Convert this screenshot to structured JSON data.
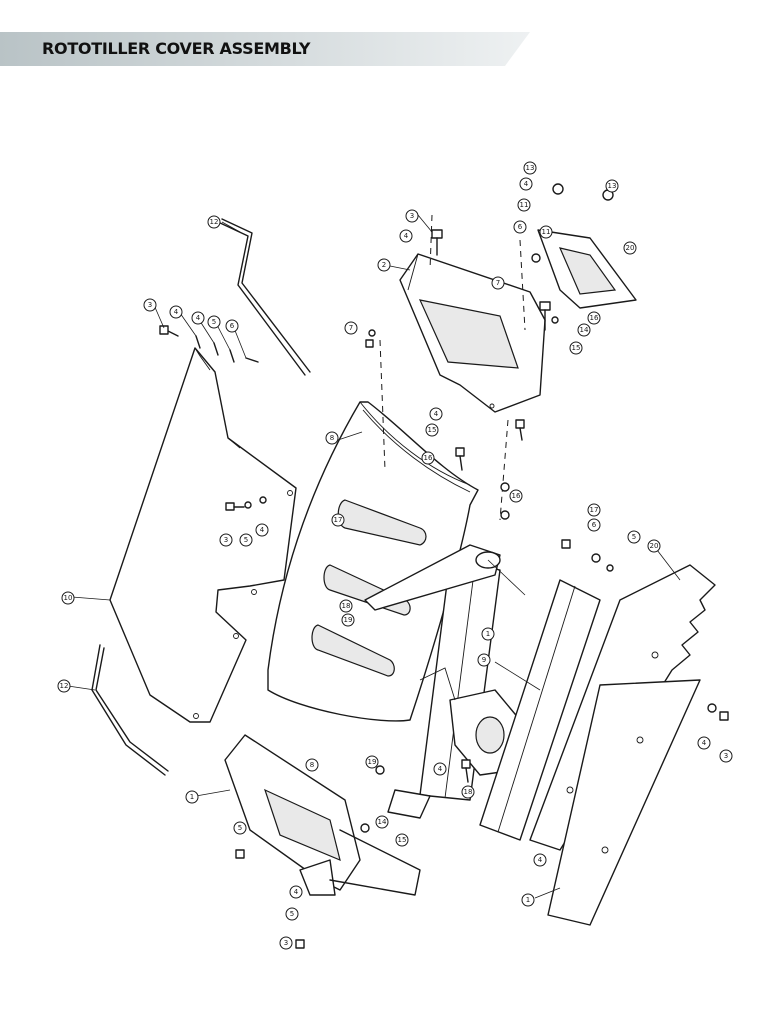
{
  "title": "ROTOTILLER COVER ASSEMBLY",
  "colors": {
    "banner_start": "#b9c3c6",
    "banner_end": "#eef1f2",
    "line": "#1a1a1a"
  },
  "callouts": [
    {
      "id": "c1",
      "label": "1"
    },
    {
      "id": "c2",
      "label": "2"
    },
    {
      "id": "c3",
      "label": "3"
    },
    {
      "id": "c4",
      "label": "4"
    },
    {
      "id": "c5",
      "label": "5"
    },
    {
      "id": "c6",
      "label": "6"
    },
    {
      "id": "c7",
      "label": "7"
    },
    {
      "id": "c8",
      "label": "8"
    },
    {
      "id": "c9",
      "label": "9"
    },
    {
      "id": "c10",
      "label": "10"
    },
    {
      "id": "c11",
      "label": "11"
    },
    {
      "id": "c12",
      "label": "12"
    },
    {
      "id": "c13",
      "label": "13"
    },
    {
      "id": "c14",
      "label": "14"
    },
    {
      "id": "c15",
      "label": "15"
    },
    {
      "id": "c16",
      "label": "16"
    },
    {
      "id": "c17",
      "label": "17"
    },
    {
      "id": "c18",
      "label": "18"
    },
    {
      "id": "c19",
      "label": "19"
    },
    {
      "id": "c20",
      "label": "20"
    }
  ]
}
